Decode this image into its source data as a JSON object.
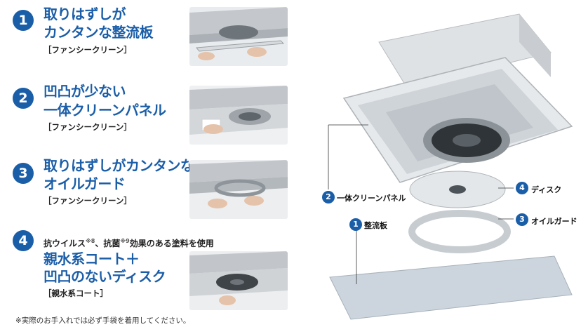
{
  "features": [
    {
      "num": "1",
      "title_line1": "取りはずしが",
      "title_line2": "カンタンな整流板",
      "sub": "［ファンシークリーン］"
    },
    {
      "num": "2",
      "title_line1": "凹凸が少ない",
      "title_line2": "一体クリーンパネル",
      "sub": "［ファンシークリーン］"
    },
    {
      "num": "3",
      "title_line1": "取りはずしがカンタンな",
      "title_line2": "オイルガード",
      "sub": "［ファンシークリーン］"
    },
    {
      "num": "4",
      "note_a": "抗ウイルス",
      "note_sup1": "※8",
      "note_b": "、抗菌",
      "note_sup2": "※9",
      "note_c": "効果のある塗料を使用",
      "title_line1": "親水系コート＋",
      "title_line2": "凹凸のないディスク",
      "sub": "［親水系コート］"
    }
  ],
  "footnote": "※実際のお手入れでは必ず手袋を着用してください。",
  "callouts": [
    {
      "num": "2",
      "label": "一体クリーンパネル"
    },
    {
      "num": "4",
      "label": "ディスク"
    },
    {
      "num": "1",
      "label": "整流板"
    },
    {
      "num": "3",
      "label": "オイルガード"
    }
  ],
  "colors": {
    "accent": "#1b5ea8"
  }
}
